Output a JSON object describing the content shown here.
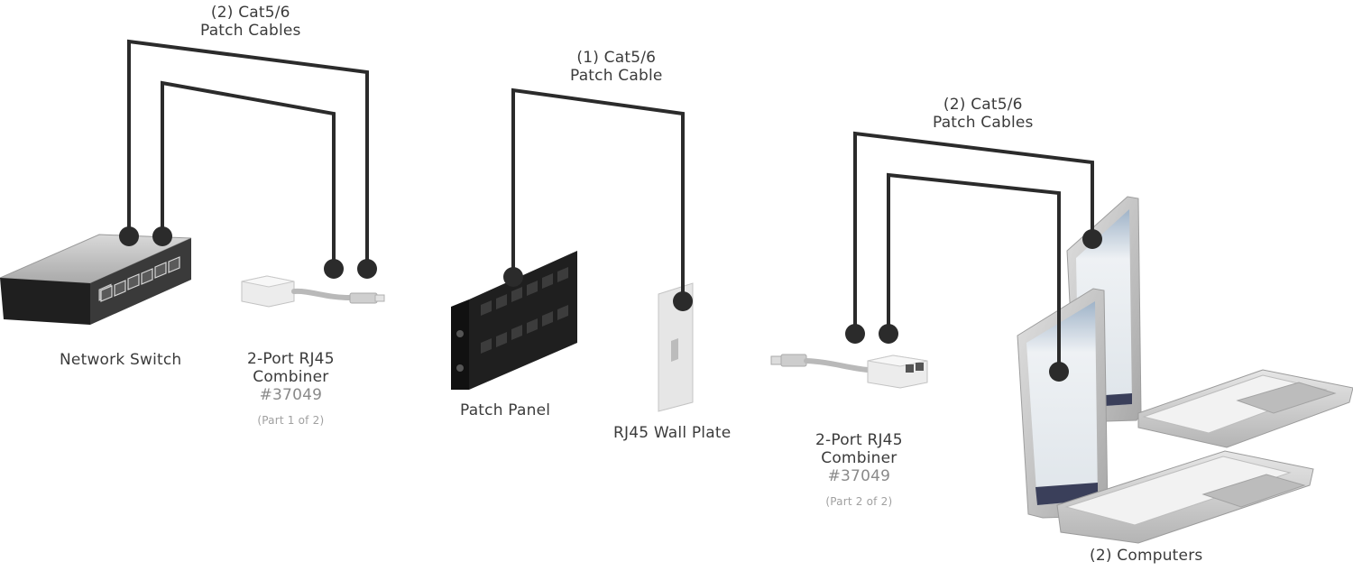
{
  "cable_labels": {
    "left": [
      "(2) Cat5/6",
      "Patch Cables"
    ],
    "middle": [
      "(1) Cat5/6",
      "Patch Cable"
    ],
    "right": [
      "(2) Cat5/6",
      "Patch Cables"
    ]
  },
  "devices": {
    "network_switch": "Network Switch",
    "combiner_left": {
      "name": [
        "2-Port RJ45",
        "Combiner"
      ],
      "sku": "#37049",
      "part": "(Part 1 of 2)"
    },
    "patch_panel": "Patch Panel",
    "wall_plate": "RJ45 Wall Plate",
    "combiner_right": {
      "name": [
        "2-Port RJ45",
        "Combiner"
      ],
      "sku": "#37049",
      "part": "(Part 2 of 2)"
    },
    "computers": "(2) Computers"
  },
  "colors": {
    "cable": "#2b2b2b",
    "label": "#3b3b3b",
    "sku": "#8a8a8a",
    "switch_body": "#2a2a2a",
    "panel_body": "#1e1e1e",
    "laptop_body": "#c7c7c7"
  }
}
